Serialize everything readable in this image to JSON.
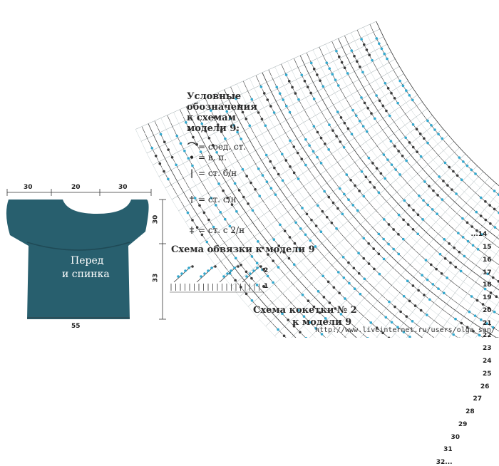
{
  "garment": {
    "label_line1": "Перед",
    "label_line2": "и спинка",
    "top_dims": [
      "30",
      "20",
      "30"
    ],
    "side_dims": [
      "30",
      "33"
    ],
    "bottom_dim": "55",
    "fill_color": "#285f6e"
  },
  "legend": {
    "title_lines": [
      "Условные",
      "обозначения",
      "к схемам",
      "модели 9:"
    ],
    "items": [
      {
        "symbol": "⌒",
        "text": "= соед. ст."
      },
      {
        "symbol": "•",
        "text": "= в. п."
      },
      {
        "symbol": "|",
        "text": "= ст. б/н"
      },
      {
        "symbol": "†",
        "text": "= ст. с/н"
      },
      {
        "symbol": "‡",
        "text": "= ст. с 2/н"
      }
    ]
  },
  "edging_chart": {
    "title": "Схема обвязки к модели 9",
    "row_numbers": [
      "2",
      "1"
    ]
  },
  "yoke_chart": {
    "title_line1": "Схема кокетки № 2",
    "title_line2": "к модели 9",
    "row_numbers": [
      "32...",
      "31",
      "30",
      "29",
      "28",
      "27",
      "26",
      "25",
      "24",
      "23",
      "22",
      "21",
      "20",
      "19",
      "18",
      "17",
      "16",
      "15",
      "...14"
    ],
    "stitch_color": "#3b3b3b",
    "accent_color": "#33a9cf"
  },
  "watermark": "http://www.liveinternet.ru/users/olga_san/"
}
